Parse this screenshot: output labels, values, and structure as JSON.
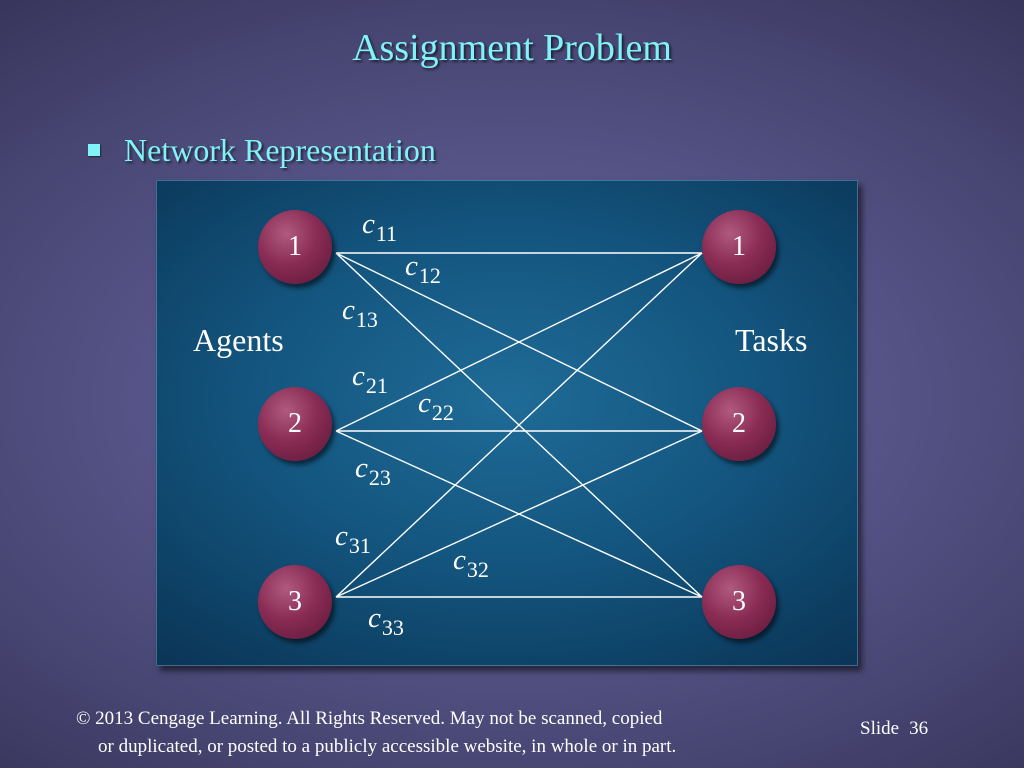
{
  "title": "Assignment Problem",
  "bullet": "Network Representation",
  "agents_label": "Agents",
  "tasks_label": "Tasks",
  "agents": [
    "1",
    "2",
    "3"
  ],
  "tasks": [
    "1",
    "2",
    "3"
  ],
  "costs": {
    "c11": {
      "symbol": "c",
      "sub": "11"
    },
    "c12": {
      "symbol": "c",
      "sub": "12"
    },
    "c13": {
      "symbol": "c",
      "sub": "13"
    },
    "c21": {
      "symbol": "c",
      "sub": "21"
    },
    "c22": {
      "symbol": "c",
      "sub": "22"
    },
    "c23": {
      "symbol": "c",
      "sub": "23"
    },
    "c31": {
      "symbol": "c",
      "sub": "31"
    },
    "c32": {
      "symbol": "c",
      "sub": "32"
    },
    "c33": {
      "symbol": "c",
      "sub": "33"
    }
  },
  "footer": {
    "line1": "© 2013  Cengage Learning.  All Rights Reserved.  May not be scanned, copied",
    "line2": "or duplicated, or posted to a publicly accessible website, in whole or in part."
  },
  "slide": {
    "label": "Slide",
    "number": "36"
  },
  "colors": {
    "title": "#7ff3f6",
    "node": "#8a2c55",
    "panel": "#145781",
    "edge": "#ffffff"
  }
}
